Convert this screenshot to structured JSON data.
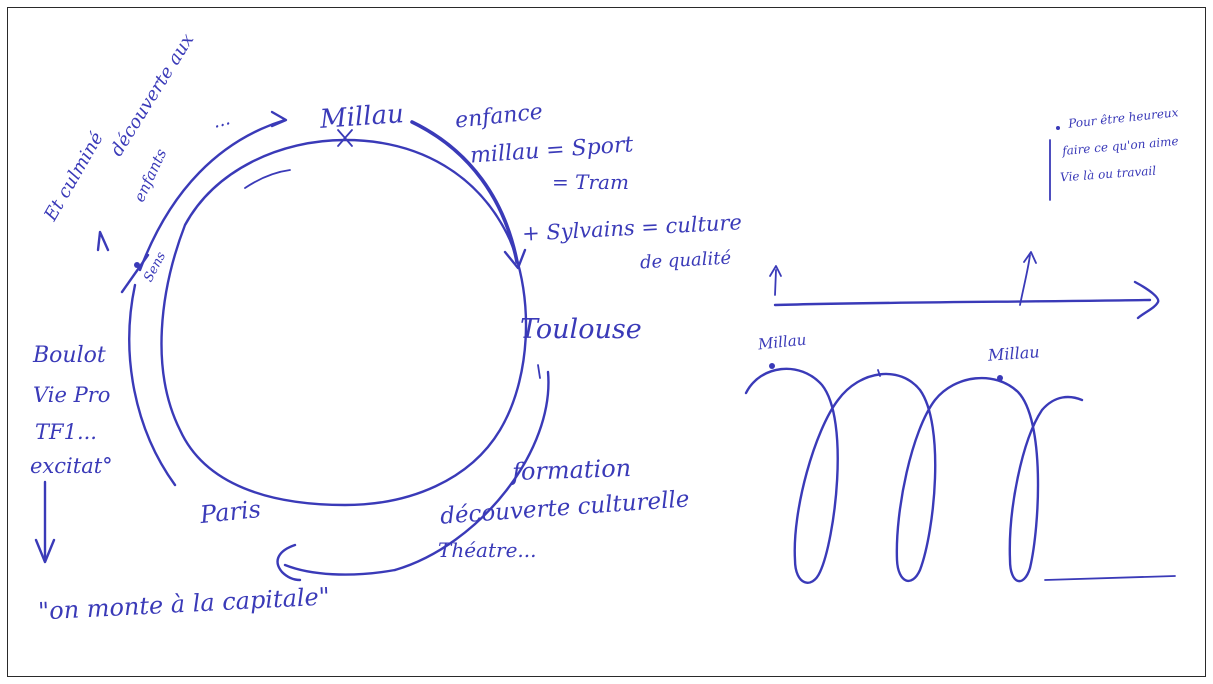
{
  "colors": {
    "ink": "#3a3ab8",
    "background": "#ffffff",
    "frame": "#2a2a2a"
  },
  "left_cycle": {
    "top": "Millau",
    "top_right_1": "enfance",
    "top_right_2": "millau = Sport",
    "top_right_3": "= Tram",
    "top_right_4": "+ Sylvains = culture",
    "top_right_5": "de qualité",
    "right": "Toulouse",
    "bottom_right_1": "formation",
    "bottom_right_2": "découverte culturelle",
    "bottom_right_3": "Théatre...",
    "bottom_left": "Paris",
    "left_1": "Boulot",
    "left_2": "Vie Pro",
    "left_3": "TF1...",
    "left_4": "excitat°",
    "quote": "\"on monte à la capitale\"",
    "top_left_1": "découverte aux",
    "top_left_2": "enfants",
    "top_left_3": "...",
    "top_left_far": "Et culminé",
    "sens_label": "Sens"
  },
  "right_spiral": {
    "label_1": "Millau",
    "label_2": "Millau"
  },
  "note": {
    "line_1": "Pour être heureux",
    "line_2": "faire ce qu'on aime",
    "line_3": "Vie là ou travail"
  }
}
